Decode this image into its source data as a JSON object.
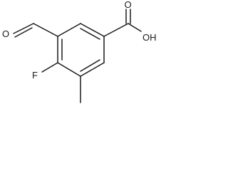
{
  "molecule": {
    "atoms": {
      "aldehyde_oxygen": "O",
      "fluorine": "F",
      "hydroxyl": "OH",
      "carbonyl_oxygen": "O"
    },
    "colors": {
      "bond": "#1a1a1a",
      "label": "#1a1a1a",
      "background": "#ffffff"
    }
  }
}
